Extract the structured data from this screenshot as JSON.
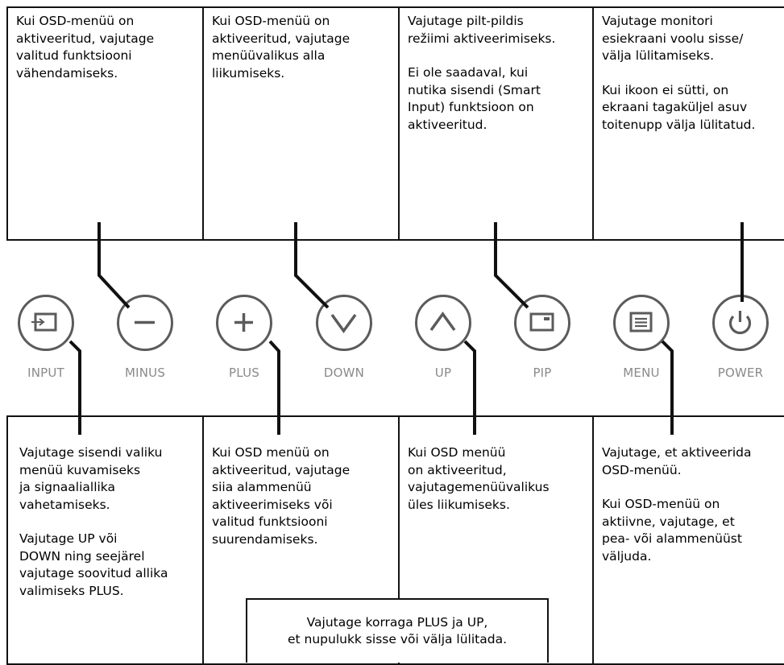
{
  "top_boxes": [
    {
      "paragraphs": [
        "Kui OSD-menüü on\naktiveeritud, vajutage\nvalitud funktsiooni\nvähendamiseks."
      ]
    },
    {
      "paragraphs": [
        "Kui OSD-menüü on\naktiveeritud, vajutage\nmenüüvalikus alla\nliikumiseks."
      ]
    },
    {
      "paragraphs": [
        "Vajutage pilt-pildis\nrežiimi aktiveerimiseks.",
        "Ei ole saadaval, kui\nnutika sisendi (Smart\nInput) funktsioon on\naktiveeritud."
      ]
    },
    {
      "paragraphs": [
        "Vajutage monitori\nesiekraani voolu sisse/\nvälja lülitamiseks.",
        "Kui ikoon ei sütti, on\nekraani tagaküljel asuv\ntoitenupp välja lülitatud."
      ]
    }
  ],
  "bottom_boxes": [
    {
      "paragraphs": [
        "Vajutage sisendi valiku\nmenüü kuvamiseks\nja signaaliallika\nvahetamiseks.",
        "Vajutage UP või\nDOWN ning seejärel\nvajutage soovitud allika\nvalimiseks PLUS."
      ]
    },
    {
      "paragraphs": [
        "Kui OSD menüü on\naktiveeritud, vajutage\nsiia alammenüü\naktiveerimiseks või\nvalitud funktsiooni\nsuurendamiseks."
      ]
    },
    {
      "paragraphs": [
        "Kui OSD menüü\non aktiveeritud,\nvajutagemenüüvalikus\nüles liikumiseks."
      ]
    },
    {
      "paragraphs": [
        "Vajutage, et aktiveerida\nOSD-menüü.",
        "Kui OSD-menüü on\naktiivne, vajutage, et\npea- või alammenüüst\nväljuda."
      ]
    }
  ],
  "note": "Vajutage korraga PLUS ja UP,\net nupulukk sisse või välja lülitada.",
  "buttons": [
    {
      "label": "INPUT",
      "icon": "input-icon"
    },
    {
      "label": "MINUS",
      "icon": "minus-icon"
    },
    {
      "label": "PLUS",
      "icon": "plus-icon"
    },
    {
      "label": "DOWN",
      "icon": "chevron-down-icon"
    },
    {
      "label": "UP",
      "icon": "chevron-up-icon"
    },
    {
      "label": "PIP",
      "icon": "pip-icon"
    },
    {
      "label": "MENU",
      "icon": "menu-icon"
    },
    {
      "label": "POWER",
      "icon": "power-icon"
    }
  ],
  "colors": {
    "button_outline": "#5b5b5b",
    "label": "#8a8a8a",
    "line": "#111111"
  }
}
